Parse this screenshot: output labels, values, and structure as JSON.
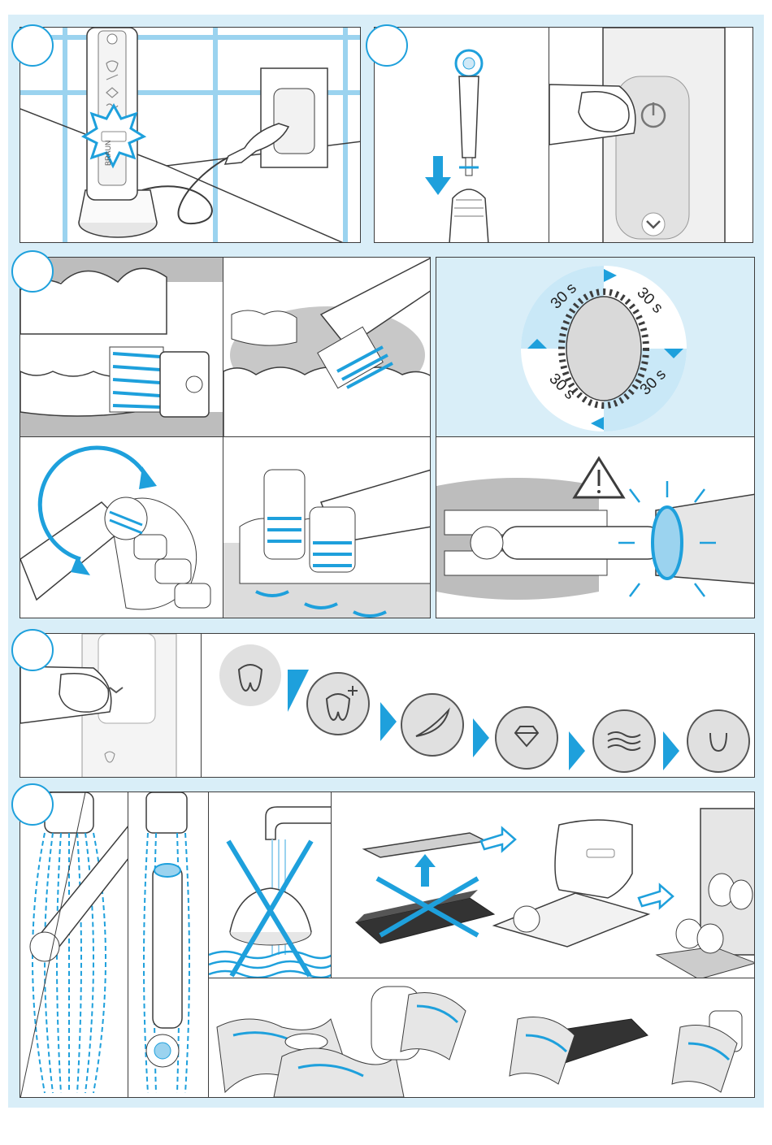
{
  "colors": {
    "accent": "#1ea0dc",
    "light_blue": "#d9eef8",
    "outline": "#3c3c3c",
    "grey": "#9a9a9a"
  },
  "timer": {
    "quadrant_labels": [
      "30 s",
      "30 s",
      "30 s",
      "30 s"
    ]
  },
  "modes": {
    "icons": [
      "tooth-icon",
      "tooth-plus-icon",
      "feather-icon",
      "diamond-icon",
      "waves-icon",
      "tongue-icon"
    ]
  },
  "handle": {
    "logo_text": "BRAUN"
  }
}
